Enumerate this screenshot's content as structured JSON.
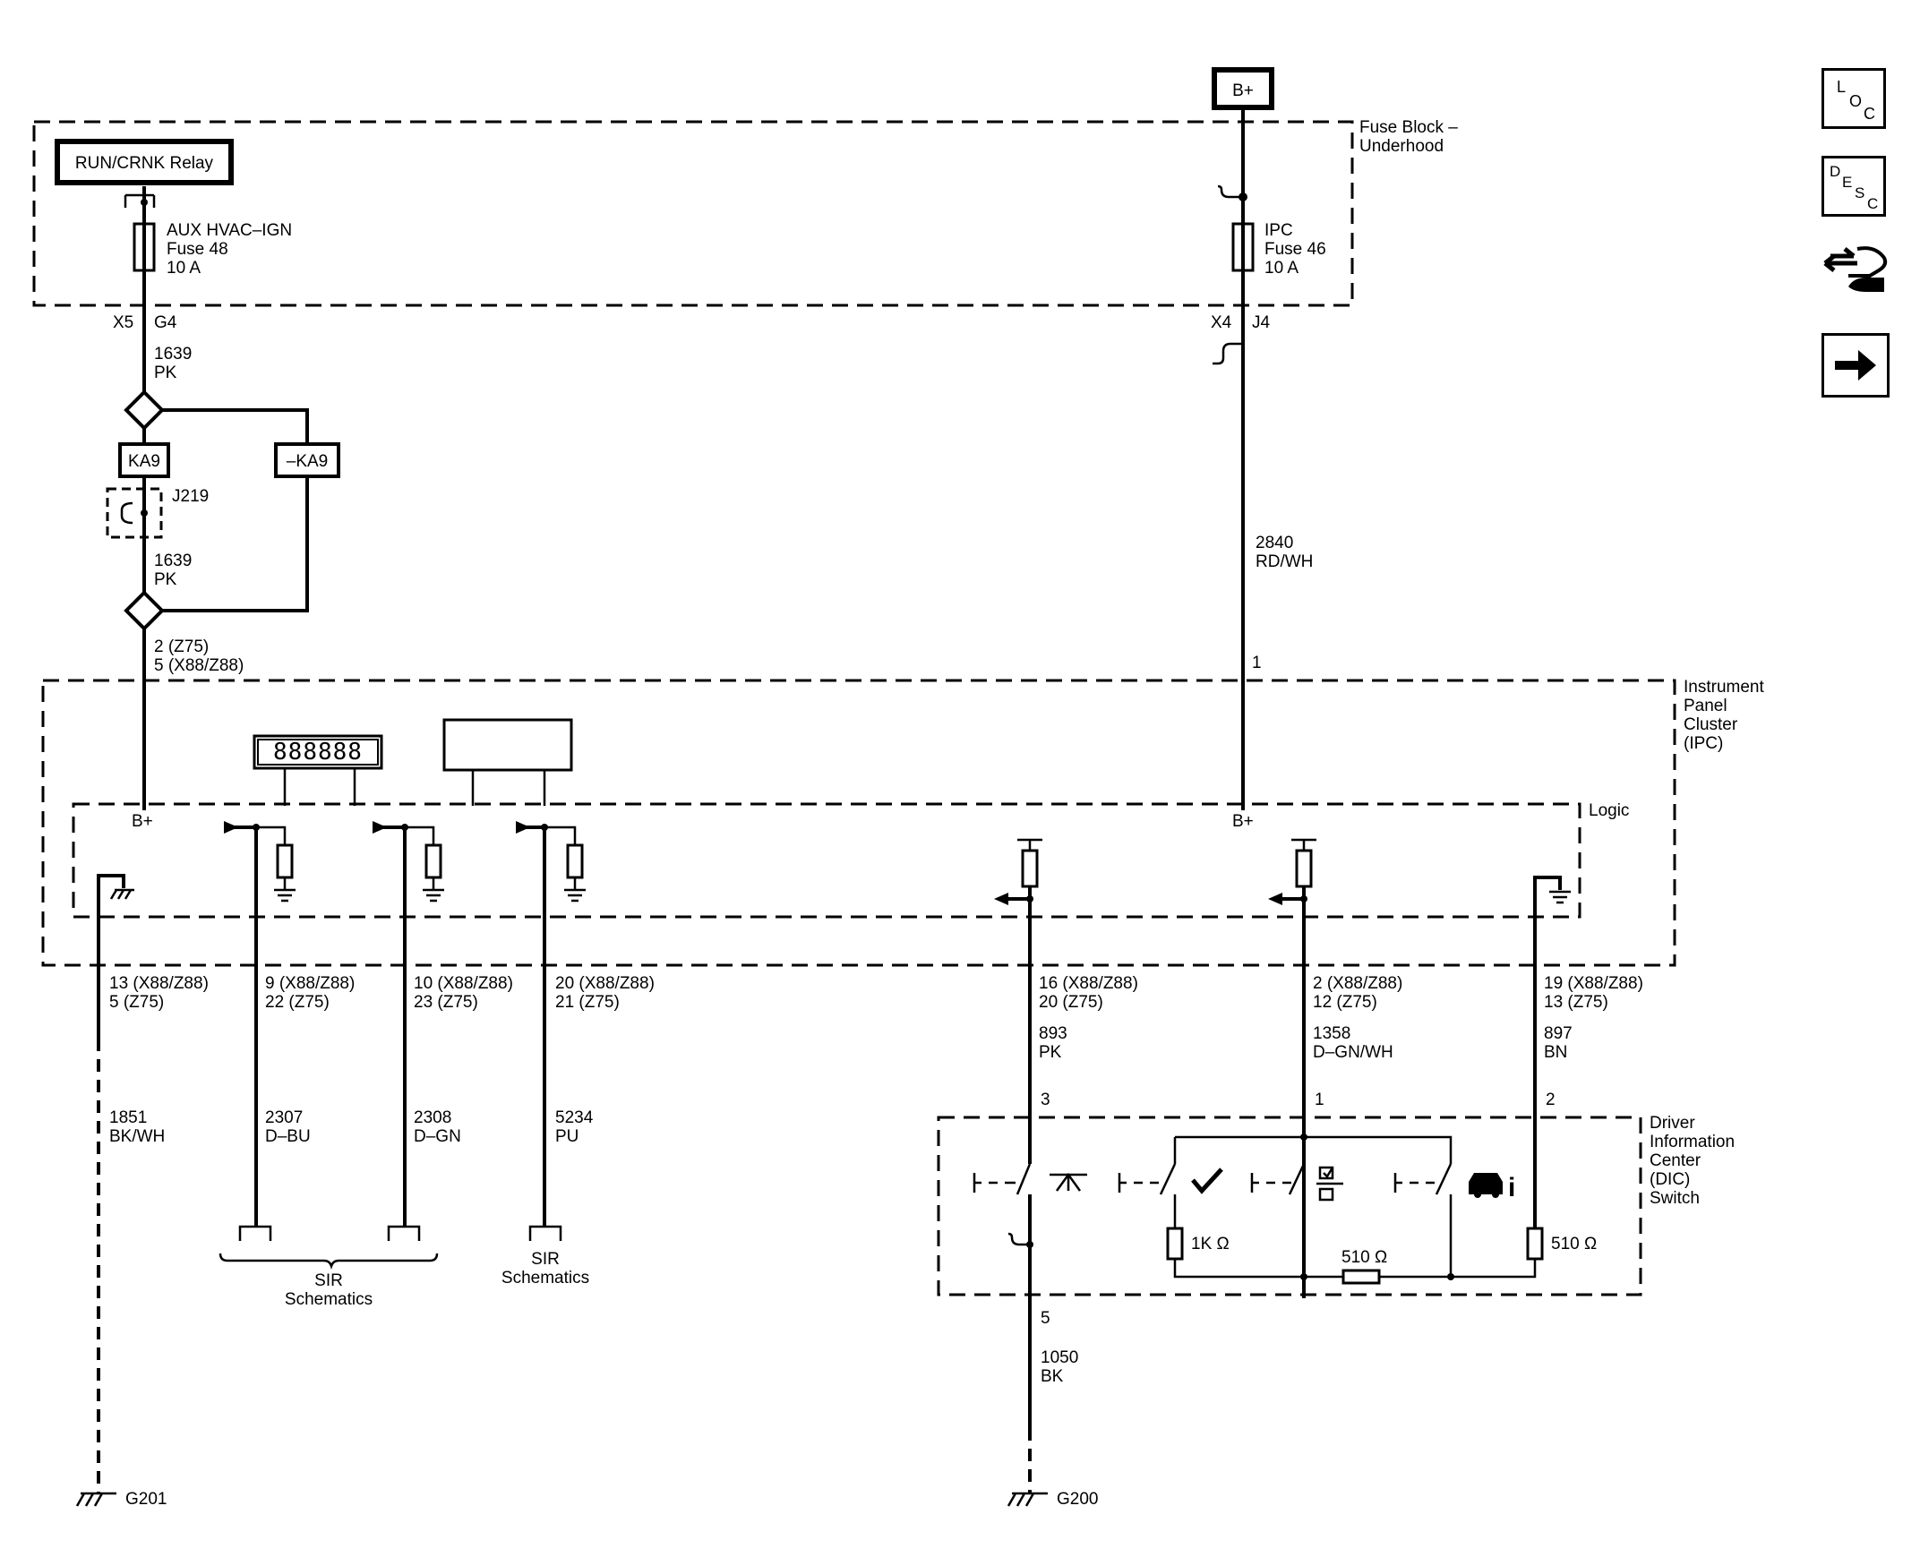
{
  "power": {
    "b_plus": "B+",
    "relay": "RUN/CRNK Relay"
  },
  "fuse_block": {
    "title_1": "Fuse Block –",
    "title_2": "Underhood"
  },
  "fuse48": {
    "name": "AUX HVAC–IGN",
    "fuse": "Fuse 48",
    "rating": "10 A"
  },
  "fuse46": {
    "name": "IPC",
    "fuse": "Fuse 46",
    "rating": "10 A"
  },
  "conn_left": {
    "c1": "X5",
    "c2": "G4"
  },
  "conn_right": {
    "c1": "X4",
    "c2": "J4"
  },
  "wire_1639a": {
    "num": "1639",
    "color": "PK"
  },
  "wire_1639b": {
    "num": "1639",
    "color": "PK"
  },
  "opt_ka9": "KA9",
  "opt_nka9": "–KA9",
  "splice_j219": "J219",
  "ipc_pin_left": {
    "p1": "2 (Z75)",
    "p2": "5 (X88/Z88)"
  },
  "wire_2840": {
    "num": "2840",
    "color": "RD/WH"
  },
  "ipc_pin_right": "1",
  "ipc": {
    "t1": "Instrument",
    "t2": "Panel",
    "t3": "Cluster",
    "t4": "(IPC)"
  },
  "logic": "Logic",
  "odometer": "888888",
  "ipc_bplus_left": "B+",
  "ipc_bplus_right": "B+",
  "pins": {
    "p13": {
      "a": "13 (X88/Z88)",
      "b": "5 (Z75)"
    },
    "p9": {
      "a": "9 (X88/Z88)",
      "b": "22 (Z75)"
    },
    "p10": {
      "a": "10 (X88/Z88)",
      "b": "23 (Z75)"
    },
    "p20": {
      "a": "20 (X88/Z88)",
      "b": "21 (Z75)"
    },
    "p16": {
      "a": "16 (X88/Z88)",
      "b": "20 (Z75)"
    },
    "p2": {
      "a": "2 (X88/Z88)",
      "b": "12 (Z75)"
    },
    "p19": {
      "a": "19 (X88/Z88)",
      "b": "13 (Z75)"
    }
  },
  "wires": {
    "w1851": {
      "num": "1851",
      "color": "BK/WH"
    },
    "w2307": {
      "num": "2307",
      "color": "D–BU"
    },
    "w2308": {
      "num": "2308",
      "color": "D–GN"
    },
    "w5234": {
      "num": "5234",
      "color": "PU"
    },
    "w893": {
      "num": "893",
      "color": "PK"
    },
    "w1358": {
      "num": "1358",
      "color": "D–GN/WH"
    },
    "w897": {
      "num": "897",
      "color": "BN"
    },
    "w1050": {
      "num": "1050",
      "color": "BK"
    }
  },
  "dic_pins": {
    "p3": "3",
    "p1": "1",
    "p2": "2",
    "p5": "5"
  },
  "sir1": {
    "a": "SIR",
    "b": "Schematics"
  },
  "sir2": {
    "a": "SIR",
    "b": "Schematics"
  },
  "dic": {
    "t1": "Driver",
    "t2": "Information",
    "t3": "Center",
    "t4": "(DIC)",
    "t5": "Switch"
  },
  "resistors": {
    "r1": "1K Ω",
    "r2": "510 Ω",
    "r3": "510 Ω"
  },
  "grounds": {
    "g201": "G201",
    "g200": "G200"
  },
  "side_icons": {
    "loc": "LOC",
    "desc": "DESC"
  }
}
